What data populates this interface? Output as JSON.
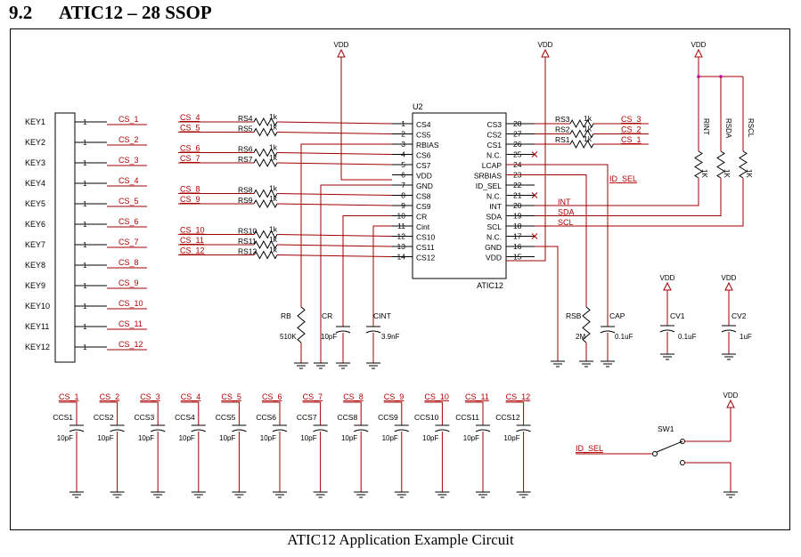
{
  "heading": {
    "section": "9.2",
    "title": "ATIC12 – 28 SSOP"
  },
  "caption": "ATIC12 Application Example Circuit",
  "colors": {
    "wire": "#a00000",
    "net_label": "#b00000",
    "part": "#000000"
  },
  "keys": [
    "KEY1",
    "KEY2",
    "KEY3",
    "KEY4",
    "KEY5",
    "KEY6",
    "KEY7",
    "KEY8",
    "KEY9",
    "KEY10",
    "KEY11",
    "KEY12"
  ],
  "key_pin": "1",
  "key_nets": [
    "CS_1",
    "CS_2",
    "CS_3",
    "CS_4",
    "CS_5",
    "CS_6",
    "CS_7",
    "CS_8",
    "CS_9",
    "CS_10",
    "CS_11",
    "CS_12"
  ],
  "ic": {
    "ref": "U2",
    "name": "ATIC12",
    "left_pins": [
      {
        "num": "1",
        "name": "CS4"
      },
      {
        "num": "2",
        "name": "CS5"
      },
      {
        "num": "3",
        "name": "RBIAS"
      },
      {
        "num": "4",
        "name": "CS6"
      },
      {
        "num": "5",
        "name": "CS7"
      },
      {
        "num": "6",
        "name": "VDD"
      },
      {
        "num": "7",
        "name": "GND"
      },
      {
        "num": "8",
        "name": "CS8"
      },
      {
        "num": "9",
        "name": "CS9"
      },
      {
        "num": "10",
        "name": "CR"
      },
      {
        "num": "11",
        "name": "Cint"
      },
      {
        "num": "12",
        "name": "CS10"
      },
      {
        "num": "13",
        "name": "CS11"
      },
      {
        "num": "14",
        "name": "CS12"
      }
    ],
    "right_pins": [
      {
        "num": "28",
        "name": "CS3"
      },
      {
        "num": "27",
        "name": "CS2"
      },
      {
        "num": "26",
        "name": "CS1"
      },
      {
        "num": "25",
        "name": "N.C."
      },
      {
        "num": "24",
        "name": "LCAP"
      },
      {
        "num": "23",
        "name": "SRBIAS"
      },
      {
        "num": "22",
        "name": "ID_SEL"
      },
      {
        "num": "21",
        "name": "N.C."
      },
      {
        "num": "20",
        "name": "INT"
      },
      {
        "num": "19",
        "name": "SDA"
      },
      {
        "num": "18",
        "name": "SCL"
      },
      {
        "num": "17",
        "name": "N.C."
      },
      {
        "num": "16",
        "name": "GND"
      },
      {
        "num": "15",
        "name": "VDD"
      }
    ]
  },
  "left_nets": [
    {
      "net": "CS_4",
      "res": "RS4",
      "val": "1k"
    },
    {
      "net": "CS_5",
      "res": "RS5",
      "val": "1k"
    },
    {
      "net": "CS_6",
      "res": "RS6",
      "val": "1k"
    },
    {
      "net": "CS_7",
      "res": "RS7",
      "val": "1k"
    },
    {
      "net": "CS_8",
      "res": "RS8",
      "val": "1k"
    },
    {
      "net": "CS_9",
      "res": "RS9",
      "val": "1k"
    },
    {
      "net": "CS_10",
      "res": "RS10",
      "val": "1k"
    },
    {
      "net": "CS_11",
      "res": "RS11",
      "val": "1k"
    },
    {
      "net": "CS_12",
      "res": "RS12",
      "val": "1k"
    }
  ],
  "right_nets": [
    {
      "net": "CS_3",
      "res": "RS3",
      "val": "1k"
    },
    {
      "net": "CS_2",
      "res": "RS2",
      "val": "1k"
    },
    {
      "net": "CS_1",
      "res": "RS1",
      "val": "1k"
    }
  ],
  "pin_nets": {
    "id_sel": "ID_SEL",
    "int": "INT",
    "sda": "SDA",
    "scl": "SCL"
  },
  "vdd": "VDD",
  "pullups": [
    {
      "ref": "RINT",
      "val": "1K"
    },
    {
      "ref": "RSDA",
      "val": "1K"
    },
    {
      "ref": "RSCL",
      "val": "1K"
    }
  ],
  "bottom_parts": [
    {
      "ref": "RB",
      "val": "510K"
    },
    {
      "ref": "CR",
      "val": "10pF"
    },
    {
      "ref": "CINT",
      "val": "3.9nF"
    },
    {
      "ref": "RSB",
      "val": "2M"
    },
    {
      "ref": "CAP",
      "val": "0.1uF"
    },
    {
      "ref": "CV1",
      "val": "0.1uF"
    },
    {
      "ref": "CV2",
      "val": "1uF"
    }
  ],
  "sense_caps": [
    {
      "net": "CS_1",
      "ref": "CCS1",
      "val": "10pF"
    },
    {
      "net": "CS_2",
      "ref": "CCS2",
      "val": "10pF"
    },
    {
      "net": "CS_3",
      "ref": "CCS3",
      "val": "10pF"
    },
    {
      "net": "CS_4",
      "ref": "CCS4",
      "val": "10pF"
    },
    {
      "net": "CS_5",
      "ref": "CCS5",
      "val": "10pF"
    },
    {
      "net": "CS_6",
      "ref": "CCS6",
      "val": "10pF"
    },
    {
      "net": "CS_7",
      "ref": "CCS7",
      "val": "10pF"
    },
    {
      "net": "CS_8",
      "ref": "CCS8",
      "val": "10pF"
    },
    {
      "net": "CS_9",
      "ref": "CCS9",
      "val": "10pF"
    },
    {
      "net": "CS_10",
      "ref": "CCS10",
      "val": "10pF"
    },
    {
      "net": "CS_11",
      "ref": "CCS11",
      "val": "10pF"
    },
    {
      "net": "CS_12",
      "ref": "CCS12",
      "val": "10pF"
    }
  ],
  "switch": {
    "ref": "SW1",
    "net": "ID_SEL"
  }
}
